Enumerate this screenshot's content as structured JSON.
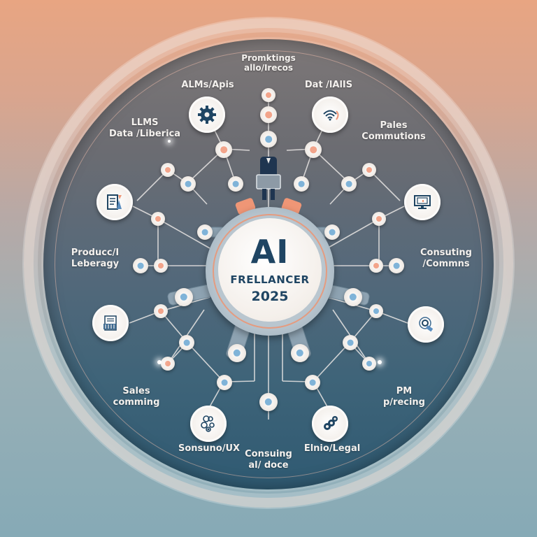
{
  "hub": {
    "title": "AI",
    "subtitle": "FRELLANCER",
    "year": "2025"
  },
  "labels": {
    "top": {
      "line1": "Promktings",
      "line2": "allo/Irecos"
    },
    "top_left": {
      "line1": "ALMs/Apis"
    },
    "top_right": {
      "line1": "Dat /lAlIS"
    },
    "upper_left": {
      "line1": "LLMS",
      "line2": "Data /Liberica"
    },
    "upper_right": {
      "line1": "Pales",
      "line2": "Commutions"
    },
    "mid_left": {
      "line1": "Producc/I",
      "line2": "Leberagy"
    },
    "mid_right": {
      "line1": "Consuting",
      "line2": "/Commns"
    },
    "lower_left": {
      "line1": "Sales",
      "line2": "comming"
    },
    "lower_right": {
      "line1": "PM",
      "line2": "p/recing"
    },
    "bottom_left": {
      "line1": "Sonsuno/UX"
    },
    "bottom": {
      "line1": "Consuing",
      "line2": "al/ doce"
    },
    "bottom_right": {
      "line1": "Elnio/Legal"
    }
  },
  "icons": {
    "top_left": "gear-icon",
    "top_right": "wifi-signal-icon",
    "left_upper": "document-chart-icon",
    "right_upper": "monitor-icon",
    "left_lower": "report-document-icon",
    "right_lower": "magnifier-search-icon",
    "bottom_left": "molecule-network-icon",
    "bottom_right": "cogs-cluster-icon",
    "center_top": "person-with-laptop-icon"
  },
  "colors": {
    "accent_peach": "#ef9676",
    "hub_text": "#1f4563",
    "node_blue": "#7fb3d8",
    "disc_top": "#7d7777",
    "disc_bottom": "#2f5a72"
  }
}
